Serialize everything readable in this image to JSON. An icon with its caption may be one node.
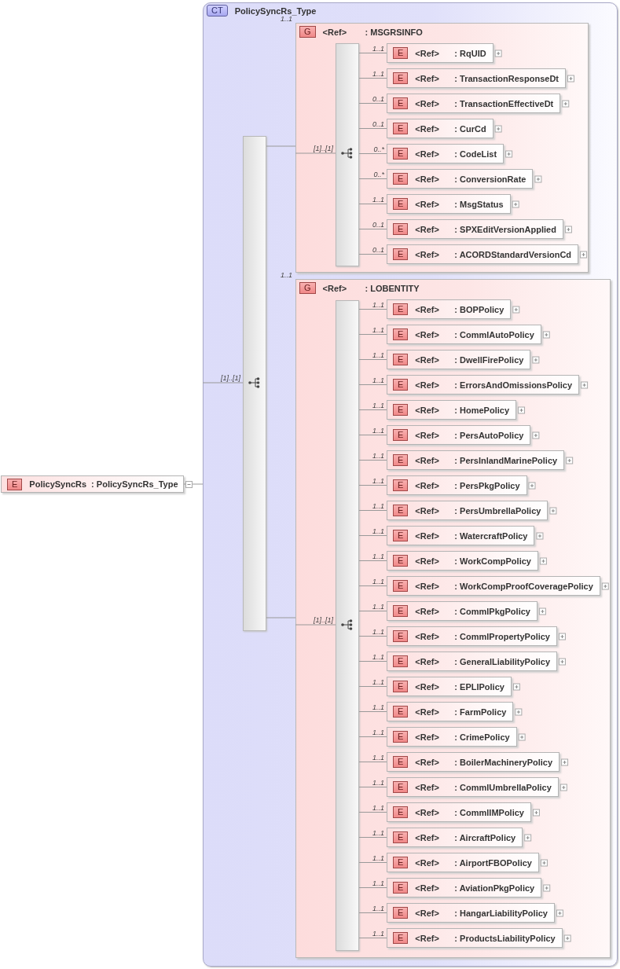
{
  "diagram": {
    "nodes": [
      {
        "text": [
          "E",
          "PolicySyncRs",
          ": PolicySyncRs_Type"
        ]
      },
      {
        "text": [
          "CT",
          "PolicySyncRs_Type"
        ]
      },
      {
        "text": [],
        "shape": "bar",
        "in": 1
      },
      {
        "text": [
          "G",
          "<Ref>",
          ": MSGRSINFO"
        ],
        "in": 1,
        "beside": [
          "1..1"
        ]
      },
      {
        "text": [],
        "shape": "bar",
        "in": 3
      },
      {
        "text": [
          "E",
          "<Ref>",
          ": RqUID"
        ],
        "in": 3
      },
      {
        "text": [
          "E",
          "<Ref>",
          ": TransactionResponseDt"
        ],
        "in": 3
      },
      {
        "text": [
          "E",
          "<Ref>",
          ": TransactionEffectiveDt"
        ],
        "in": 3
      },
      {
        "text": [
          "E",
          "<Ref>",
          ": CurCd"
        ],
        "in": 3
      },
      {
        "text": [
          "E",
          "<Ref>",
          ": CodeList"
        ],
        "in": 3
      },
      {
        "text": [
          "E",
          "<Ref>",
          ": ConversionRate"
        ],
        "in": 3
      },
      {
        "text": [
          "E",
          "<Ref>",
          ": MsgStatus"
        ],
        "in": 3
      },
      {
        "text": [
          "E",
          "<Ref>",
          ": SPXEditVersionApplied"
        ],
        "in": 3
      },
      {
        "text": [
          "E",
          "<Ref>",
          ": ACORDStandardVersionCd"
        ],
        "in": 3
      },
      {
        "text": [
          "G",
          "<Ref>",
          ": LOBENTITY"
        ],
        "in": 1,
        "beside": [
          "1..1"
        ]
      },
      {
        "text": [],
        "shape": "bar",
        "in": 14
      },
      {
        "text": [
          "E",
          "<Ref>",
          ": BOPPolicy"
        ],
        "in": 14
      },
      {
        "text": [
          "E",
          "<Ref>",
          ": CommlAutoPolicy"
        ],
        "in": 14
      },
      {
        "text": [
          "E",
          "<Ref>",
          ": DwellFirePolicy"
        ],
        "in": 14
      },
      {
        "text": [
          "E",
          "<Ref>",
          ": ErrorsAndOmissionsPolicy"
        ],
        "in": 14
      },
      {
        "text": [
          "E",
          "<Ref>",
          ": HomePolicy"
        ],
        "in": 14
      },
      {
        "text": [
          "E",
          "<Ref>",
          ": PersAutoPolicy"
        ],
        "in": 14
      },
      {
        "text": [
          "E",
          "<Ref>",
          ": PersInlandMarinePolicy"
        ],
        "in": 14
      },
      {
        "text": [
          "E",
          "<Ref>",
          ": PersPkgPolicy"
        ],
        "in": 14
      },
      {
        "text": [
          "E",
          "<Ref>",
          ": PersUmbrellaPolicy"
        ],
        "in": 14
      },
      {
        "text": [
          "E",
          "<Ref>",
          ": WatercraftPolicy"
        ],
        "in": 14
      },
      {
        "text": [
          "E",
          "<Ref>",
          ": WorkCompPolicy"
        ],
        "in": 14
      },
      {
        "text": [
          "E",
          "<Ref>",
          ": WorkCompProofCoveragePolicy"
        ],
        "in": 14
      },
      {
        "text": [
          "E",
          "<Ref>",
          ": CommlPkgPolicy"
        ],
        "in": 14
      },
      {
        "text": [
          "E",
          "<Ref>",
          ": CommlPropertyPolicy"
        ],
        "in": 14
      },
      {
        "text": [
          "E",
          "<Ref>",
          ": GeneralLiabilityPolicy"
        ],
        "in": 14
      },
      {
        "text": [
          "E",
          "<Ref>",
          ": EPLIPolicy"
        ],
        "in": 14
      },
      {
        "text": [
          "E",
          "<Ref>",
          ": FarmPolicy"
        ],
        "in": 14
      },
      {
        "text": [
          "E",
          "<Ref>",
          ": CrimePolicy"
        ],
        "in": 14
      },
      {
        "text": [
          "E",
          "<Ref>",
          ": BoilerMachineryPolicy"
        ],
        "in": 14
      },
      {
        "text": [
          "E",
          "<Ref>",
          ": CommlUmbrellaPolicy"
        ],
        "in": 14
      },
      {
        "text": [
          "E",
          "<Ref>",
          ": CommlIMPolicy"
        ],
        "in": 14
      },
      {
        "text": [
          "E",
          "<Ref>",
          ": AircraftPolicy"
        ],
        "in": 14
      },
      {
        "text": [
          "E",
          "<Ref>",
          ": AirportFBOPolicy"
        ],
        "in": 14
      },
      {
        "text": [
          "E",
          "<Ref>",
          ": AviationPkgPolicy"
        ],
        "in": 14
      },
      {
        "text": [
          "E",
          "<Ref>",
          ": HangarLiabilityPolicy"
        ],
        "in": 14
      },
      {
        "text": [
          "E",
          "<Ref>",
          ": ProductsLiabilityPolicy"
        ],
        "in": 14
      }
    ],
    "edges": [
      {
        "from": 0,
        "to": 1,
        "arrow": "none"
      },
      {
        "from": 1,
        "to": 2,
        "arrow": "none",
        "label": "[1]..[1]"
      },
      {
        "from": 2,
        "to": 3,
        "arrow": "none"
      },
      {
        "from": 3,
        "to": 4,
        "arrow": "none",
        "label": "[1]..[1]"
      },
      {
        "from": 4,
        "to": 5,
        "arrow": "none",
        "label": "1..1"
      },
      {
        "from": 4,
        "to": 6,
        "arrow": "none",
        "label": "1..1"
      },
      {
        "from": 4,
        "to": 7,
        "arrow": "none",
        "label": "0..1"
      },
      {
        "from": 4,
        "to": 8,
        "arrow": "none",
        "label": "0..1"
      },
      {
        "from": 4,
        "to": 9,
        "arrow": "none",
        "label": "0..*"
      },
      {
        "from": 4,
        "to": 10,
        "arrow": "none",
        "label": "0..*"
      },
      {
        "from": 4,
        "to": 11,
        "arrow": "none",
        "label": "1..1"
      },
      {
        "from": 4,
        "to": 12,
        "arrow": "none",
        "label": "0..1"
      },
      {
        "from": 4,
        "to": 13,
        "arrow": "none",
        "label": "0..1"
      },
      {
        "from": 2,
        "to": 14,
        "arrow": "none"
      },
      {
        "from": 14,
        "to": 15,
        "arrow": "none",
        "label": "[1]..[1]"
      },
      {
        "from": 15,
        "to": 16,
        "arrow": "none",
        "label": "1..1"
      },
      {
        "from": 15,
        "to": 17,
        "arrow": "none",
        "label": "1..1"
      },
      {
        "from": 15,
        "to": 18,
        "arrow": "none",
        "label": "1..1"
      },
      {
        "from": 15,
        "to": 19,
        "arrow": "none",
        "label": "1..1"
      },
      {
        "from": 15,
        "to": 20,
        "arrow": "none",
        "label": "1..1"
      },
      {
        "from": 15,
        "to": 21,
        "arrow": "none",
        "label": "1..1"
      },
      {
        "from": 15,
        "to": 22,
        "arrow": "none",
        "label": "1..1"
      },
      {
        "from": 15,
        "to": 23,
        "arrow": "none",
        "label": "1..1"
      },
      {
        "from": 15,
        "to": 24,
        "arrow": "none",
        "label": "1..1"
      },
      {
        "from": 15,
        "to": 25,
        "arrow": "none",
        "label": "1..1"
      },
      {
        "from": 15,
        "to": 26,
        "arrow": "none",
        "label": "1..1"
      },
      {
        "from": 15,
        "to": 27,
        "arrow": "none",
        "label": "1..1"
      },
      {
        "from": 15,
        "to": 28,
        "arrow": "none",
        "label": "1..1"
      },
      {
        "from": 15,
        "to": 29,
        "arrow": "none",
        "label": "1..1"
      },
      {
        "from": 15,
        "to": 30,
        "arrow": "none",
        "label": "1..1"
      },
      {
        "from": 15,
        "to": 31,
        "arrow": "none",
        "label": "1..1"
      },
      {
        "from": 15,
        "to": 32,
        "arrow": "none",
        "label": "1..1"
      },
      {
        "from": 15,
        "to": 33,
        "arrow": "none",
        "label": "1..1"
      },
      {
        "from": 15,
        "to": 34,
        "arrow": "none",
        "label": "1..1"
      },
      {
        "from": 15,
        "to": 35,
        "arrow": "none",
        "label": "1..1"
      },
      {
        "from": 15,
        "to": 36,
        "arrow": "none",
        "label": "1..1"
      },
      {
        "from": 15,
        "to": 37,
        "arrow": "none",
        "label": "1..1"
      },
      {
        "from": 15,
        "to": 38,
        "arrow": "none",
        "label": "1..1"
      },
      {
        "from": 15,
        "to": 39,
        "arrow": "none",
        "label": "1..1"
      },
      {
        "from": 15,
        "to": 40,
        "arrow": "none",
        "label": "1..1"
      },
      {
        "from": 15,
        "to": 41,
        "arrow": "none",
        "label": "1..1"
      }
    ]
  }
}
